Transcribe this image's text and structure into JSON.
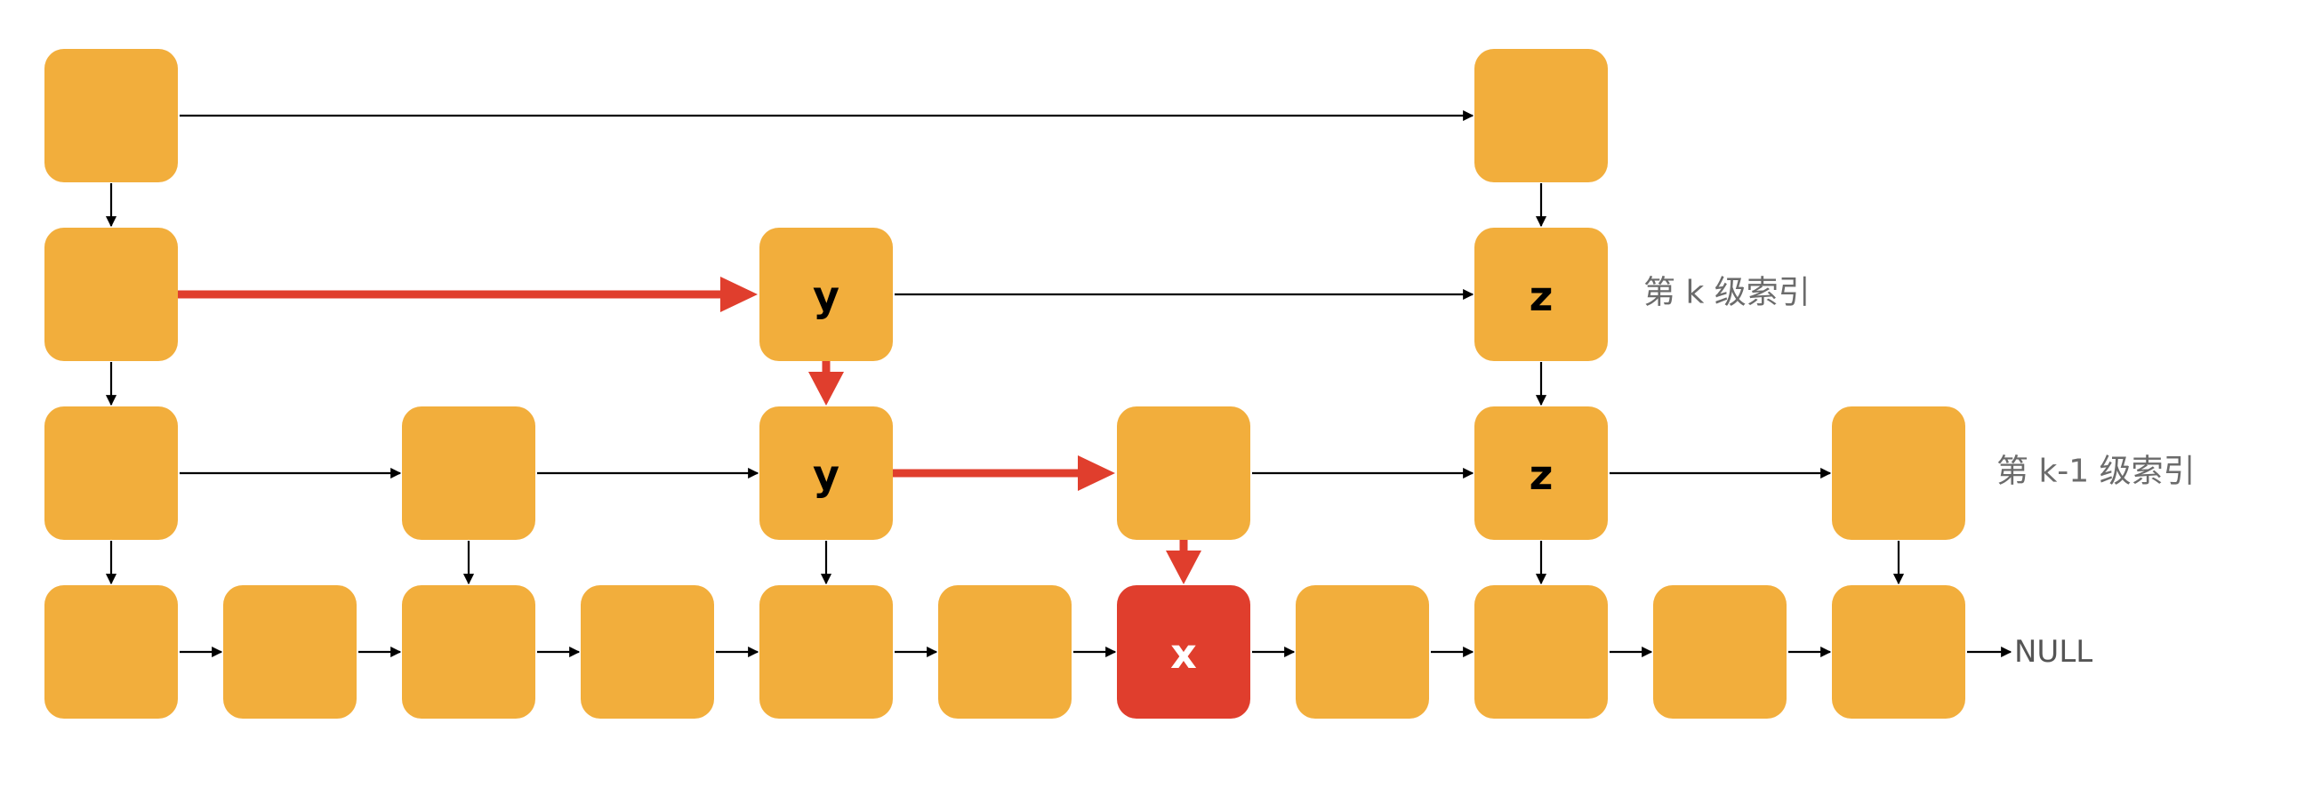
{
  "colors": {
    "node": "#F2AE3C",
    "highlight_node": "#E03E2D",
    "search_path": "#E03E2D",
    "link": "#000000",
    "node_text_dark": "#000000",
    "node_text_light": "#ffffff"
  },
  "levels": [
    {
      "level": "top-index",
      "nodes": [
        {
          "column": 0,
          "label": ""
        },
        {
          "column": 8,
          "label": ""
        }
      ]
    },
    {
      "level": "index-k",
      "nodes": [
        {
          "column": 0,
          "label": ""
        },
        {
          "column": 4,
          "label": "y"
        },
        {
          "column": 8,
          "label": "z"
        }
      ],
      "side_label": "第 k 级索引"
    },
    {
      "level": "index-k-1",
      "nodes": [
        {
          "column": 0,
          "label": ""
        },
        {
          "column": 2,
          "label": ""
        },
        {
          "column": 4,
          "label": "y"
        },
        {
          "column": 6,
          "label": ""
        },
        {
          "column": 8,
          "label": "z"
        },
        {
          "column": 10,
          "label": ""
        }
      ],
      "side_label": "第 k-1 级索引"
    },
    {
      "level": "base-list",
      "nodes": [
        {
          "column": 0,
          "label": ""
        },
        {
          "column": 1,
          "label": ""
        },
        {
          "column": 2,
          "label": ""
        },
        {
          "column": 3,
          "label": ""
        },
        {
          "column": 4,
          "label": ""
        },
        {
          "column": 5,
          "label": ""
        },
        {
          "column": 6,
          "label": "x",
          "highlight": true
        },
        {
          "column": 7,
          "label": ""
        },
        {
          "column": 8,
          "label": ""
        },
        {
          "column": 9,
          "label": ""
        },
        {
          "column": 10,
          "label": ""
        }
      ],
      "tail_label": "NULL"
    }
  ],
  "search_path": [
    {
      "from": {
        "level": 1,
        "column": 0
      },
      "to": {
        "level": 1,
        "column": 4
      },
      "direction": "right"
    },
    {
      "from": {
        "level": 1,
        "column": 4
      },
      "to": {
        "level": 2,
        "column": 4
      },
      "direction": "down"
    },
    {
      "from": {
        "level": 2,
        "column": 4
      },
      "to": {
        "level": 2,
        "column": 6
      },
      "direction": "right"
    },
    {
      "from": {
        "level": 2,
        "column": 6
      },
      "to": {
        "level": 3,
        "column": 6
      },
      "direction": "down"
    }
  ]
}
